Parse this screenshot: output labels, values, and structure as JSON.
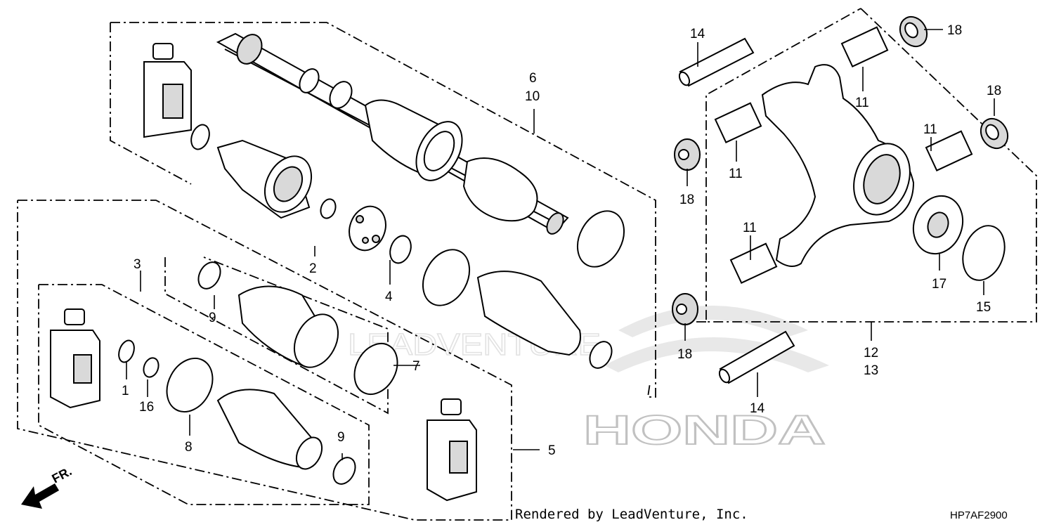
{
  "callouts": [
    {
      "text": "6"
    },
    {
      "text": "10"
    },
    {
      "text": "2"
    },
    {
      "text": "4"
    },
    {
      "text": "3"
    },
    {
      "text": "9"
    },
    {
      "text": "7"
    },
    {
      "text": "1"
    },
    {
      "text": "16"
    },
    {
      "text": "8"
    },
    {
      "text": "9"
    },
    {
      "text": "5"
    },
    {
      "text": "14"
    },
    {
      "text": "18"
    },
    {
      "text": "11"
    },
    {
      "text": "18"
    },
    {
      "text": "11"
    },
    {
      "text": "11"
    },
    {
      "text": "18"
    },
    {
      "text": "11"
    },
    {
      "text": "17"
    },
    {
      "text": "15"
    },
    {
      "text": "18"
    },
    {
      "text": "12"
    },
    {
      "text": "13"
    },
    {
      "text": "14"
    }
  ],
  "watermark": {
    "brand": "HONDA",
    "dealer": "LEADVENTURE"
  },
  "direction_label": "FR.",
  "footer": {
    "rendered_by": "Rendered by LeadVenture, Inc.",
    "diagram_code": "HP7AF2900"
  }
}
